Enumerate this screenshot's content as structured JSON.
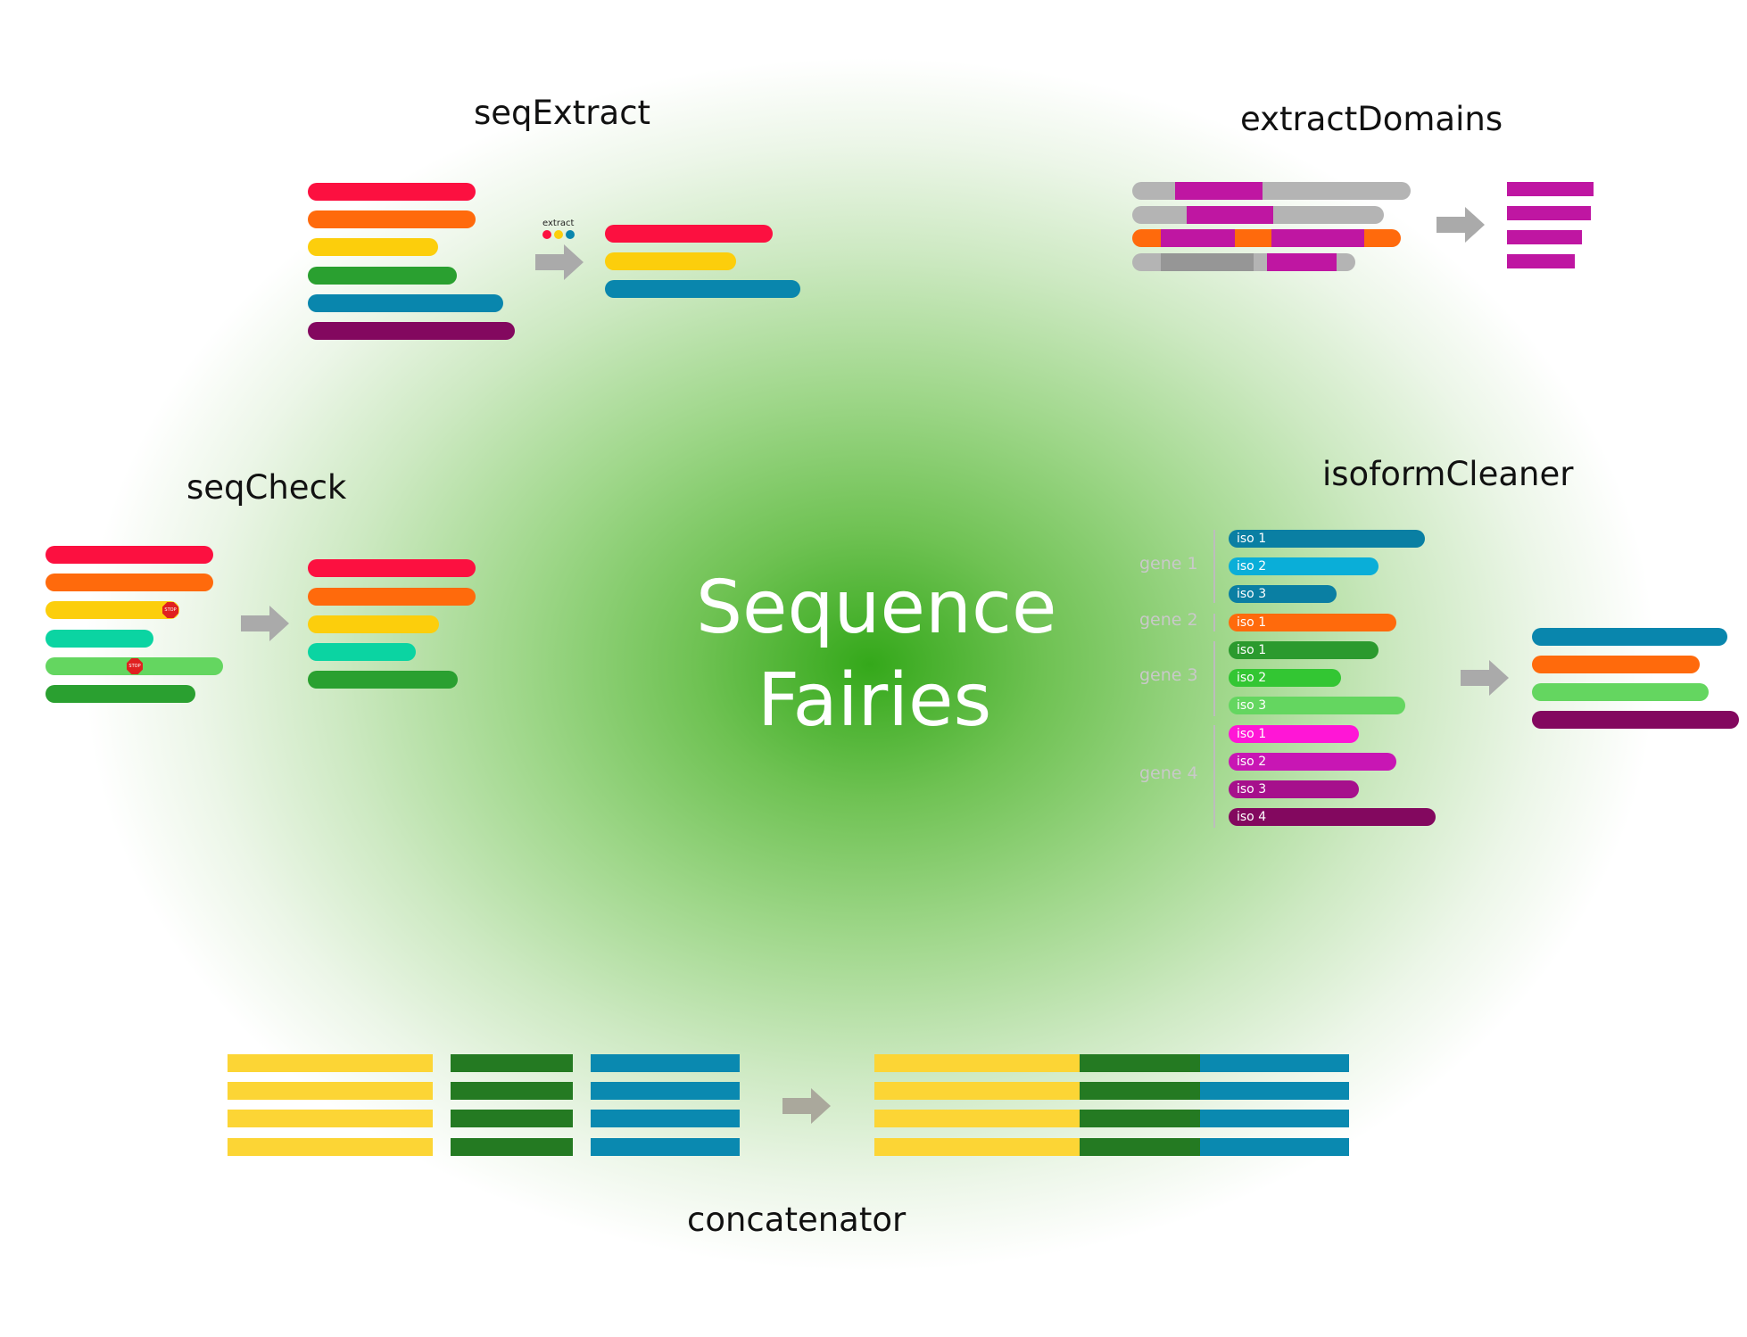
{
  "title": {
    "line1": "Sequence",
    "line2": "Fairies"
  },
  "colors": {
    "red": "#fc1040",
    "orange": "#ff6a0c",
    "yellow": "#fcce0c",
    "green": "#2aa030",
    "blue": "#0986ad",
    "purple": "#83085f",
    "teal": "#0bd4a2",
    "lightgreen": "#64d660",
    "gray": "#b4b4b4",
    "magenta": "#bf16a2",
    "arrow": "#aaaaaa",
    "concat_yellow": "#fcd535",
    "concat_green": "#247a22",
    "concat_blue": "#0a89b0"
  },
  "sections": {
    "seqExtract": {
      "title": "seqExtract",
      "extract_label": "extract"
    },
    "extractDomains": {
      "title": "extractDomains"
    },
    "seqCheck": {
      "title": "seqCheck",
      "stop_label": "STOP"
    },
    "isoformCleaner": {
      "title": "isoformCleaner",
      "genes": [
        "gene 1",
        "gene 2",
        "gene 3",
        "gene 4"
      ],
      "isoforms": [
        {
          "label": "iso 1",
          "color": "#0a7fa3"
        },
        {
          "label": "iso 2",
          "color": "#0aaed8"
        },
        {
          "label": "iso 3",
          "color": "#0a7fa3"
        },
        {
          "label": "iso 1",
          "color": "#ff6a0c"
        },
        {
          "label": "iso 1",
          "color": "#2b9a2e"
        },
        {
          "label": "iso 2",
          "color": "#33c633"
        },
        {
          "label": "iso 3",
          "color": "#64d660"
        },
        {
          "label": "iso 1",
          "color": "#ff16d6"
        },
        {
          "label": "iso 2",
          "color": "#c816b4"
        },
        {
          "label": "iso 3",
          "color": "#a6108c"
        },
        {
          "label": "iso 4",
          "color": "#83085f"
        }
      ]
    },
    "concatenator": {
      "title": "concatenator"
    }
  }
}
